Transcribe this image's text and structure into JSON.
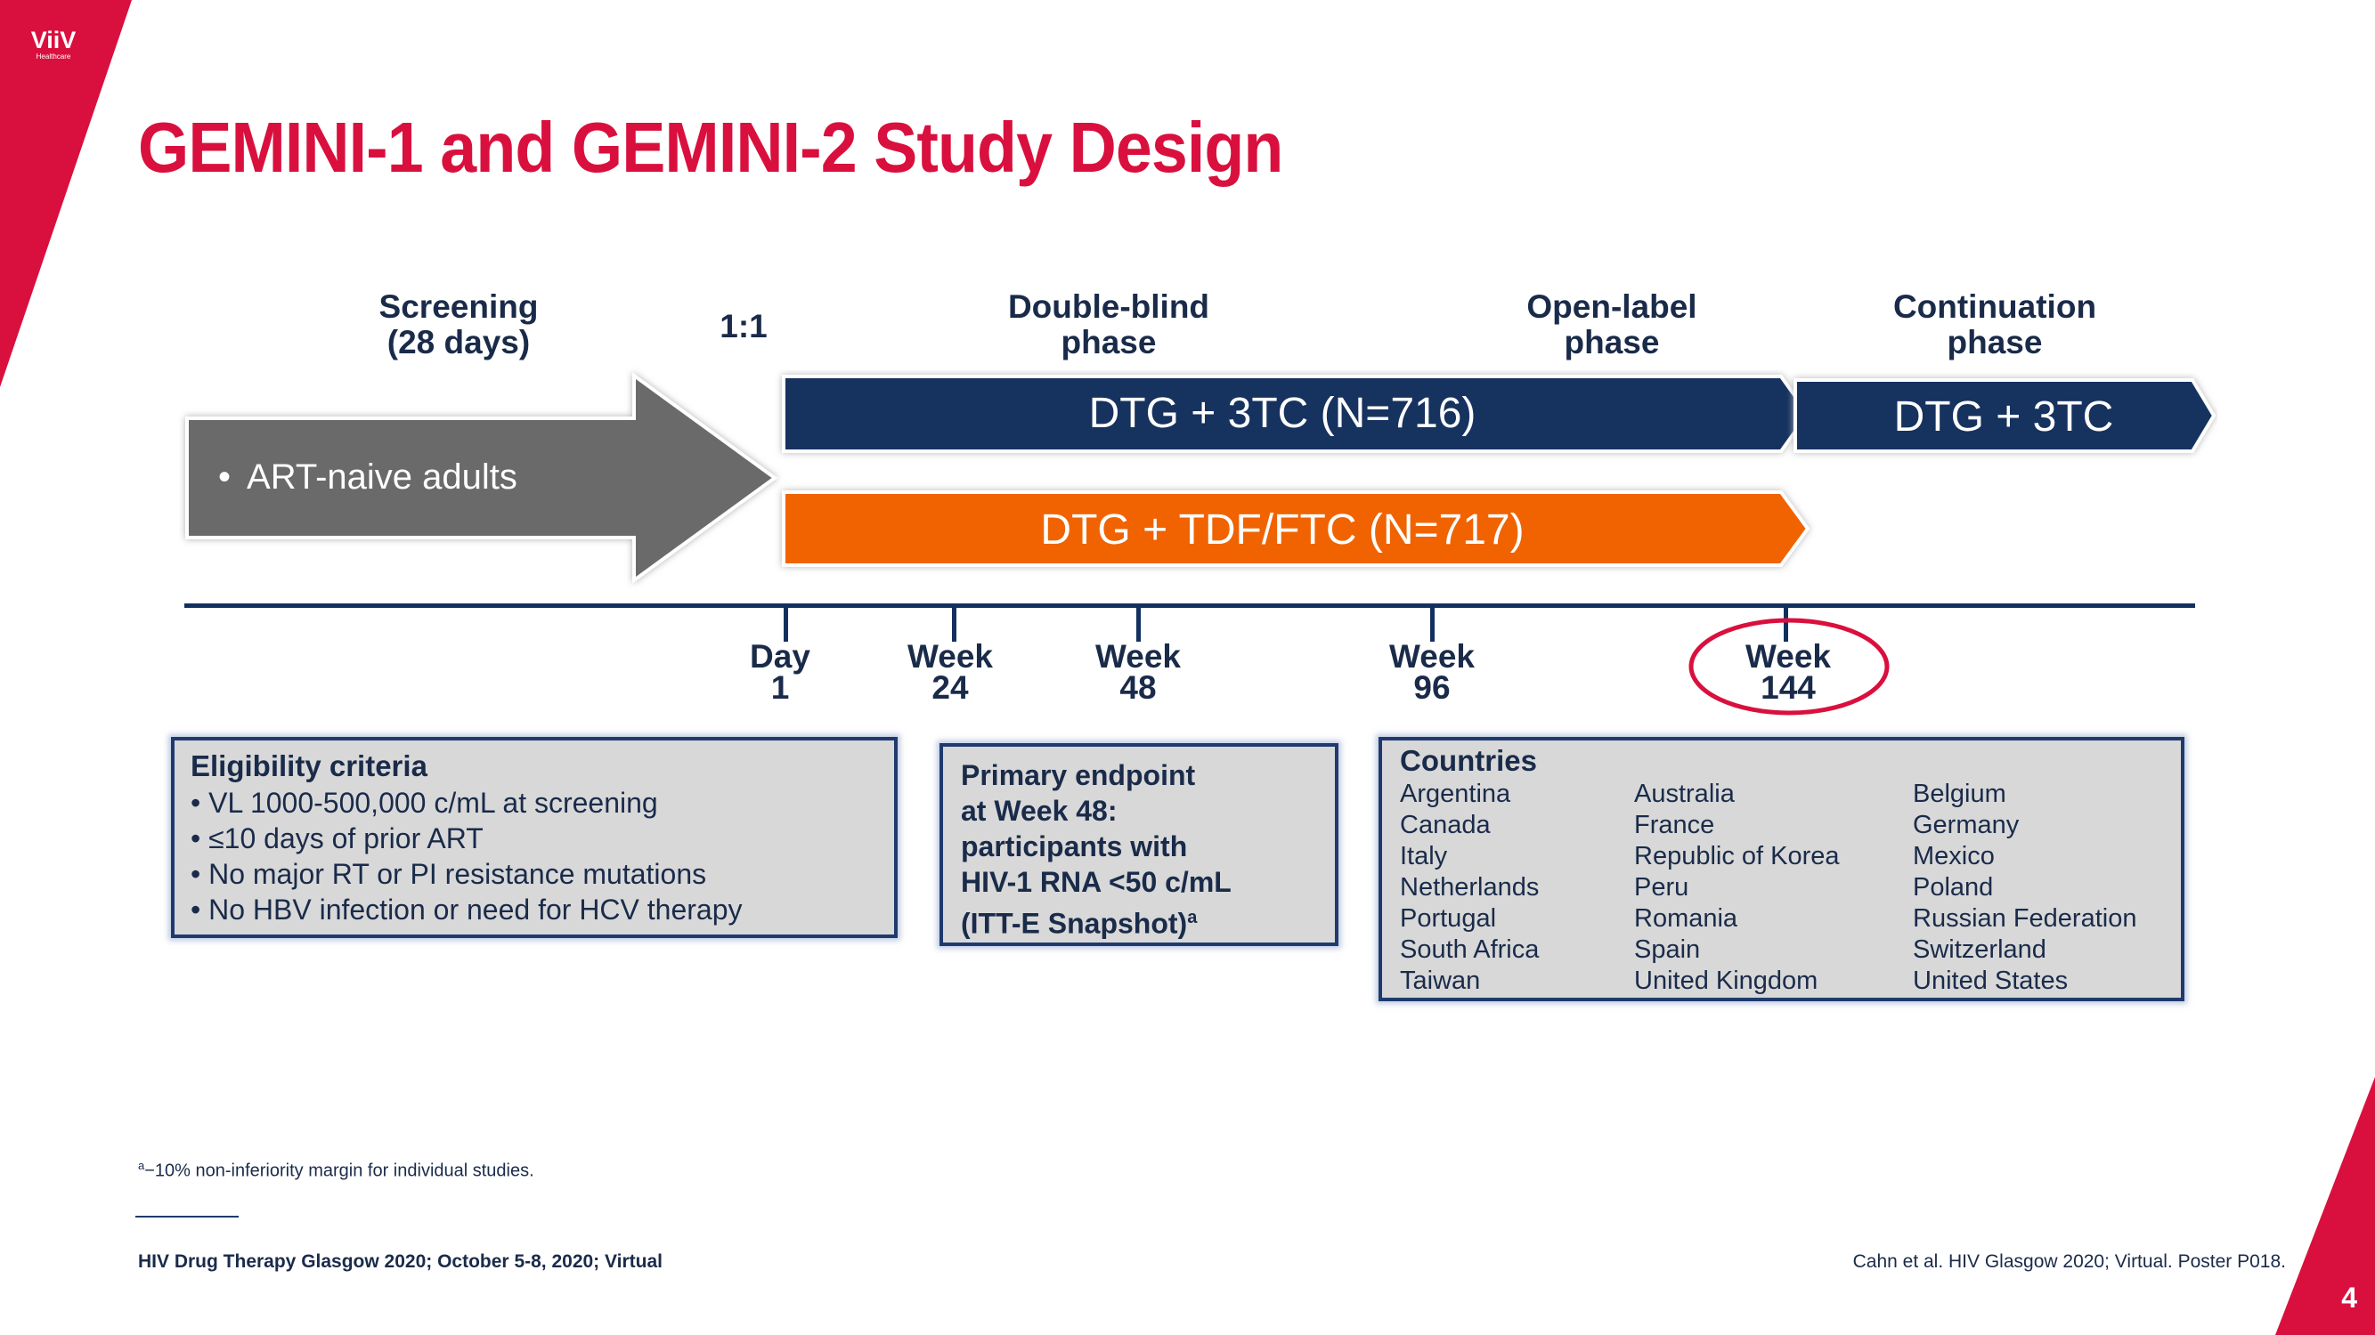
{
  "brand": {
    "logo_text": "ViiV",
    "logo_sub": "Healthcare",
    "accent": "#d9103e",
    "navy": "#1a2b4a",
    "orange": "#f06400"
  },
  "title": "GEMINI-1 and GEMINI-2 Study Design",
  "phases": {
    "screening": [
      "Screening",
      "(28 days)"
    ],
    "randomization": "1:1",
    "double_blind": [
      "Double-blind",
      "phase"
    ],
    "open_label": [
      "Open-label",
      "phase"
    ],
    "continuation": [
      "Continuation",
      "phase"
    ]
  },
  "screening_arrow": {
    "bullet": "•",
    "text": "ART-naive adults"
  },
  "arms": {
    "dtg_3tc": "DTG + 3TC (N=716)",
    "dtg_tdf": "DTG + TDF/FTC (N=717)",
    "continuation": "DTG + 3TC"
  },
  "timeline": [
    [
      "Day",
      "1"
    ],
    [
      "Week",
      "24"
    ],
    [
      "Week",
      "48"
    ],
    [
      "Week",
      "96"
    ],
    [
      "Week",
      "144"
    ]
  ],
  "eligibility": {
    "title": "Eligibility criteria",
    "items": [
      "VL 1000-500,000 c/mL at screening",
      "≤10 days of prior ART",
      "No major RT or PI resistance mutations",
      "No HBV infection or need for HCV therapy"
    ]
  },
  "endpoint": {
    "lines": [
      "Primary endpoint",
      "at Week 48:",
      "participants with",
      "HIV-1 RNA <50 c/mL",
      "(ITT-E Snapshot)"
    ],
    "superscript": "a"
  },
  "countries": {
    "title": "Countries",
    "col1": [
      "Argentina",
      "Canada",
      "Italy",
      "Netherlands",
      "Portugal",
      "South Africa",
      "Taiwan"
    ],
    "col2": [
      "Australia",
      "France",
      "Republic of Korea",
      "Peru",
      "Romania",
      "Spain",
      "United Kingdom"
    ],
    "col3": [
      "Belgium",
      "Germany",
      "Mexico",
      "Poland",
      "Russian Federation",
      "Switzerland",
      "United States"
    ]
  },
  "footnote": {
    "marker": "a",
    "text": "−10% non-inferiority margin for individual studies."
  },
  "footer": {
    "left": "HIV Drug Therapy Glasgow 2020; October 5-8, 2020; Virtual",
    "right": "Cahn et al. HIV Glasgow 2020; Virtual. Poster P018.",
    "page": "4"
  }
}
